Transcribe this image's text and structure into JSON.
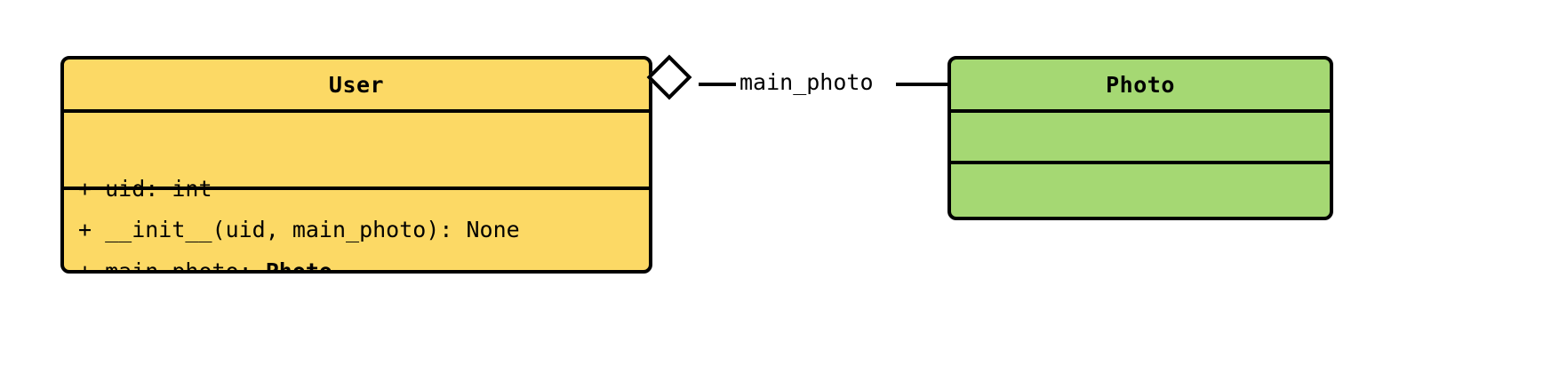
{
  "diagram": {
    "type": "uml-class-diagram",
    "background_color": "#ffffff"
  },
  "classes": [
    {
      "id": "user",
      "name": "User",
      "fill_color": "#FCD965",
      "border_color": "#000000",
      "attributes": [
        {
          "visibility": "+",
          "text": "+ uid: int",
          "name": "uid",
          "type": "int",
          "type_is_class_ref": false
        },
        {
          "visibility": "+",
          "text_prefix": "+ main_photo: ",
          "type": "Photo",
          "name": "main_photo",
          "type_is_class_ref": true
        }
      ],
      "methods": [
        {
          "visibility": "+",
          "text": "+ __init__(uid, main_photo): None",
          "name": "__init__",
          "params": "uid, main_photo",
          "returns": "None"
        }
      ]
    },
    {
      "id": "photo",
      "name": "Photo",
      "fill_color": "#A5D873",
      "border_color": "#000000",
      "attributes": [],
      "methods": []
    }
  ],
  "relationships": [
    {
      "id": "user-photo-aggregation",
      "kind": "aggregation",
      "diamond": "hollow",
      "source": "User",
      "target": "Photo",
      "label": "main_photo"
    }
  ]
}
